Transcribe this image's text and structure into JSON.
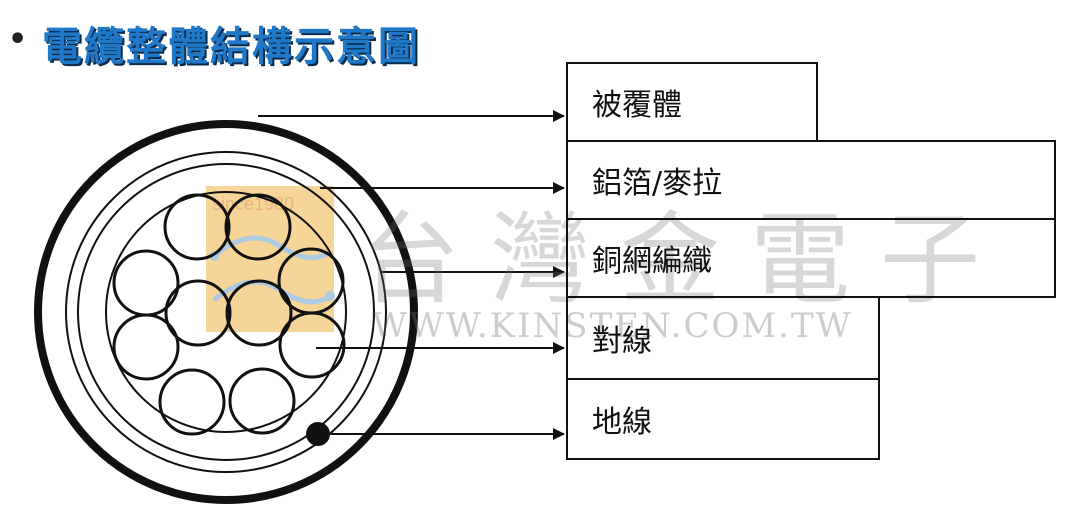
{
  "title": {
    "bullet": "•",
    "text": "電纜整體結構示意圖"
  },
  "labels": {
    "jacket": "被覆體",
    "foil": "鋁箔/麥拉",
    "braid": "銅網編織",
    "pairs": "對線",
    "drain": "地線"
  },
  "watermark": {
    "text": "台灣金電子",
    "url": "WWW.KINSTEN.COM.TW",
    "logo_text": "since1980"
  },
  "colors": {
    "title": "#1f78c8",
    "title_shadow": "#0b2a4a",
    "line": "#111111",
    "logo": "#e8a23a"
  }
}
